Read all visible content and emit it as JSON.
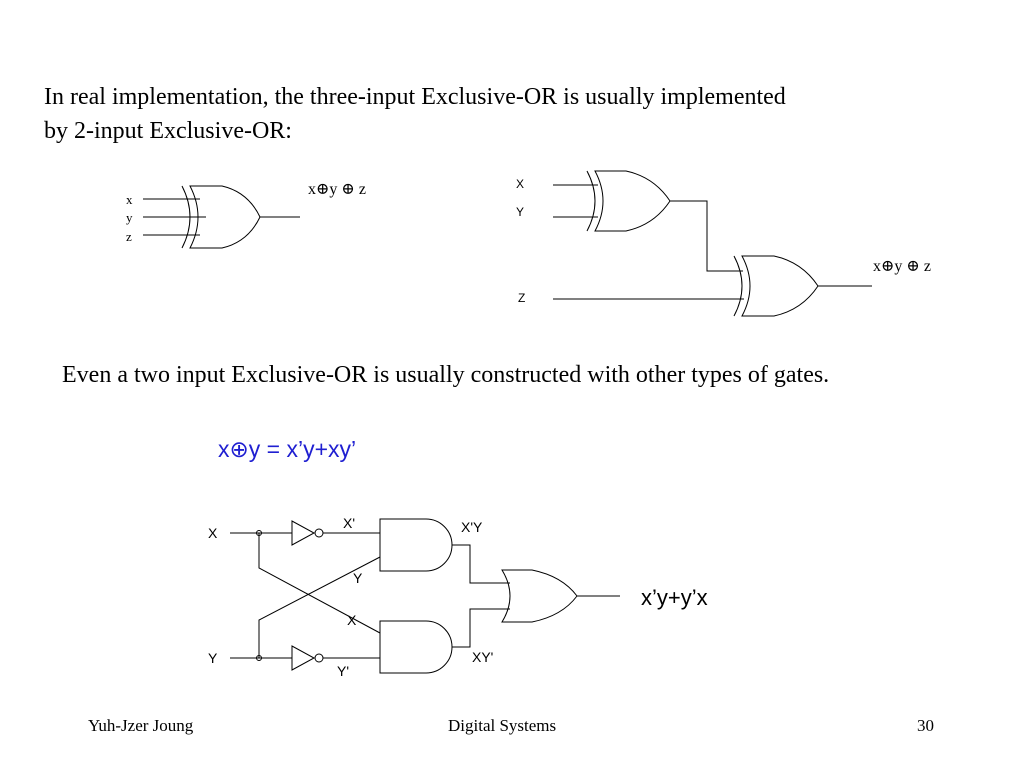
{
  "text": {
    "intro_line1": "In real implementation, the three-input Exclusive-OR is usually implemented",
    "intro_line2": "by 2-input Exclusive-OR:",
    "note": "Even a two input Exclusive-OR is usually constructed with other types of gates."
  },
  "formula": {
    "text": "x⊕y = x’y+xy’",
    "color": "#1f1fd1"
  },
  "diagram_three_input": {
    "input_x": "x",
    "input_y": "y",
    "input_z": "z",
    "output": "x⊕y ⊕ z"
  },
  "diagram_cascade": {
    "input_x": "X",
    "input_y": "Y",
    "input_z": "Z",
    "output": "x⊕y ⊕ z"
  },
  "diagram_gates": {
    "input_x": "X",
    "input_y": "Y",
    "not_x_out": "X'",
    "not_y_out": "Y'",
    "and_top_in_y": "Y",
    "and_bottom_in_x": "X",
    "and_top_out": "X'Y",
    "and_bottom_out": "XY'",
    "output": "x’y+y’x"
  },
  "footer": {
    "author": "Yuh-Jzer Joung",
    "course": "Digital Systems",
    "page": "30"
  }
}
